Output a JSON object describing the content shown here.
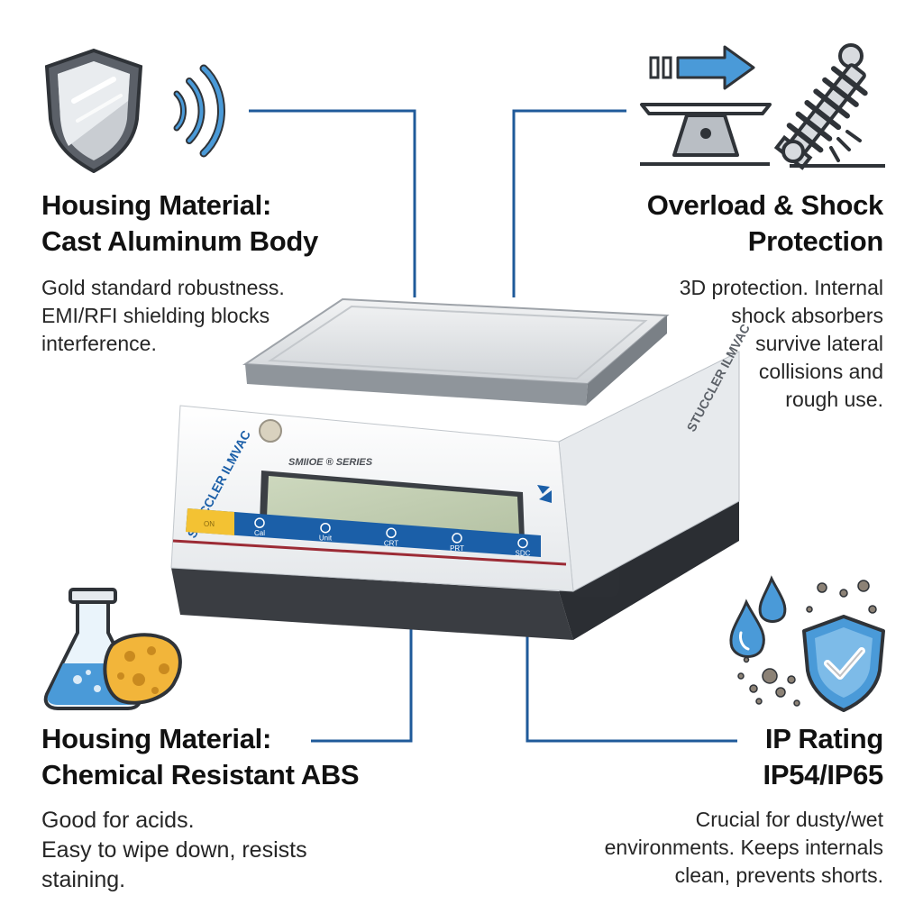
{
  "features": {
    "top_left": {
      "title_lines": [
        "Housing Material:",
        "Cast Aluminum Body"
      ],
      "body_lines": [
        "Gold standard robustness.",
        "EMI/RFI shielding blocks",
        "interference."
      ]
    },
    "top_right": {
      "title_lines": [
        "Overload & Shock",
        "Protection"
      ],
      "body_lines": [
        "3D protection. Internal",
        "shock absorbers",
        "survive lateral",
        "collisions and",
        "rough use."
      ]
    },
    "bottom_left": {
      "title_lines": [
        "Housing Material:",
        "Chemical Resistant ABS"
      ],
      "body_lines": [
        "Good for acids.",
        "Easy to wipe down, resists",
        "staining."
      ]
    },
    "bottom_right": {
      "title_lines": [
        "IP Rating",
        "IP54/IP65"
      ],
      "body_lines": [
        "Crucial for dusty/wet",
        "environments. Keeps internals",
        "clean, prevents shorts."
      ]
    }
  },
  "scale": {
    "series_label": "SMIIOE ® SERIES",
    "brand_front": "STUCCLER ILMVAC",
    "brand_side": "STUCCLER ILMVAC",
    "keys": [
      "Cal",
      "Unit",
      "CRT",
      "PRT",
      "SDC"
    ],
    "power_key": "ON"
  },
  "icons": {
    "top_left": [
      "shield-icon",
      "signal-waves-icon"
    ],
    "top_right": [
      "arrow-right-icon",
      "balance-platform-icon",
      "shock-spring-icon"
    ],
    "bottom_left": [
      "flask-icon",
      "sponge-icon"
    ],
    "bottom_right": [
      "water-drops-icon",
      "dust-particles-icon",
      "shield-check-icon"
    ]
  },
  "colors": {
    "accent_blue": "#1b5fa8",
    "connector_line": "#1f5a9a",
    "icon_light_blue": "#4a9ad8",
    "sponge_yellow": "#f2b53a",
    "power_key_yellow": "#f3c233",
    "display_green": "#c3d0b2",
    "trim_red": "#9c2b35"
  }
}
